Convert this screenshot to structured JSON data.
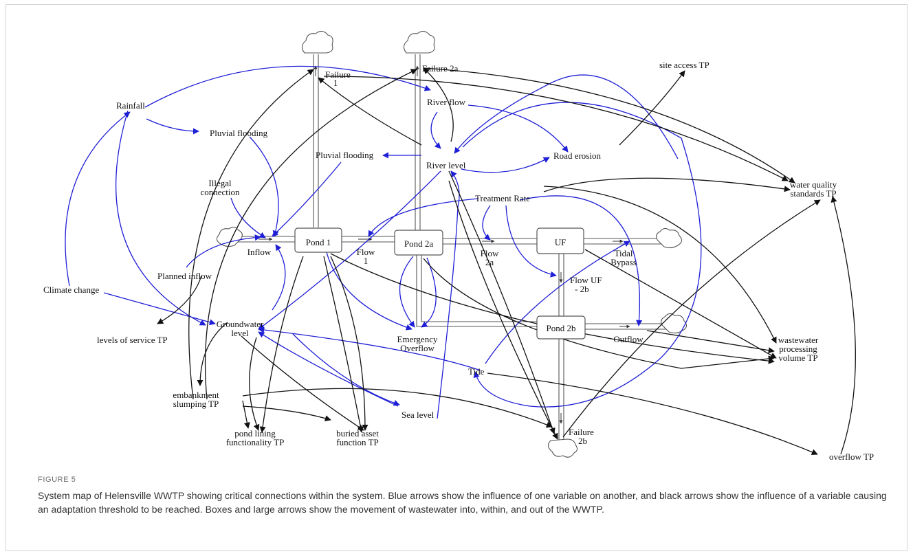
{
  "figure_label": "FIGURE 5",
  "caption": "System map of Helensville WWTP showing critical connections within the system. Blue arrows show the influence of one variable on another, and black arrows show the influence of a variable causing an adaptation threshold to be reached. Boxes and large arrows show the movement of wastewater into, within, and out of the WWTP.",
  "colors": {
    "influence": "#1f1fd6",
    "threshold": "#111111",
    "stock_border": "#555555"
  },
  "stocks": {
    "pond1": "Pond 1",
    "pond2a": "Pond 2a",
    "uf": "UF",
    "pond2b": "Pond 2b"
  },
  "flows": {
    "failure1_a": "Failure",
    "failure1_b": "1",
    "failure2a": "Failure 2a",
    "inflow": "Inflow",
    "flow1_a": "Flow",
    "flow1_b": "1",
    "flow2a_a": "Flow",
    "flow2a_b": "2a",
    "flowuf_a": "Flow UF",
    "flowuf_b": "- 2b",
    "tidal_a": "Tidal",
    "tidal_b": "Bypass",
    "emergency_a": "Emergency",
    "emergency_b": "Overflow",
    "outflow": "Outflow",
    "failure2b_a": "Failure",
    "failure2b_b": "2b"
  },
  "variables": {
    "rainfall": "Rainfall",
    "pluvial1": "Pluvial flooding",
    "pluvial2": "Pluvial flooding",
    "riverflow": "River flow",
    "riverlevel": "River level",
    "roaderosion": "Road erosion",
    "siteaccess": "site access TP",
    "illegal_a": "Illegal",
    "illegal_b": "connection",
    "treatment": "Treatment Rate",
    "wq_a": "water quality",
    "wq_b": "standards TP",
    "planned": "Planned inflow",
    "climate": "Climate change",
    "gw_a": "Groundwater",
    "gw_b": "level",
    "los": "levels of service TP",
    "emb_a": "embankment",
    "emb_b": "slumping TP",
    "pond_a": "pond lining",
    "pond_b": "functionality TP",
    "buried_a": "buried asset",
    "buried_b": "function TP",
    "sealevel": "Sea level",
    "tide": "Tide",
    "ww_a": "wastewater",
    "ww_b": "processing",
    "ww_c": "volume TP",
    "overflow": "overflow TP"
  }
}
